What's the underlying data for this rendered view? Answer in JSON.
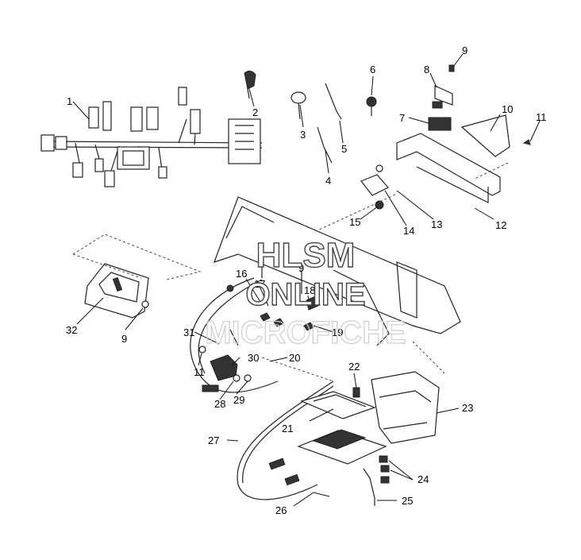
{
  "watermark": {
    "line1": "HLSM",
    "line2": "ONLINE",
    "line3": "MICROFICHE"
  },
  "callouts": {
    "c1": "1",
    "c2": "2",
    "c3": "3",
    "c4": "4",
    "c5": "5",
    "c6": "6",
    "c7": "7",
    "c8": "8",
    "c9a": "9",
    "c10": "10",
    "c11a": "11",
    "c12": "12",
    "c13": "13",
    "c14": "14",
    "c15": "15",
    "c16": "16",
    "c17": "17",
    "c18": "18",
    "c9b": "9",
    "c19": "19",
    "c20": "20",
    "c21": "21",
    "c22": "22",
    "c23": "23",
    "c24": "24",
    "c25": "25",
    "c26": "26",
    "c27": "27",
    "c28": "28",
    "c29": "29",
    "c30": "30",
    "c31": "31",
    "c11b": "11",
    "c32": "32",
    "c9c": "9"
  }
}
